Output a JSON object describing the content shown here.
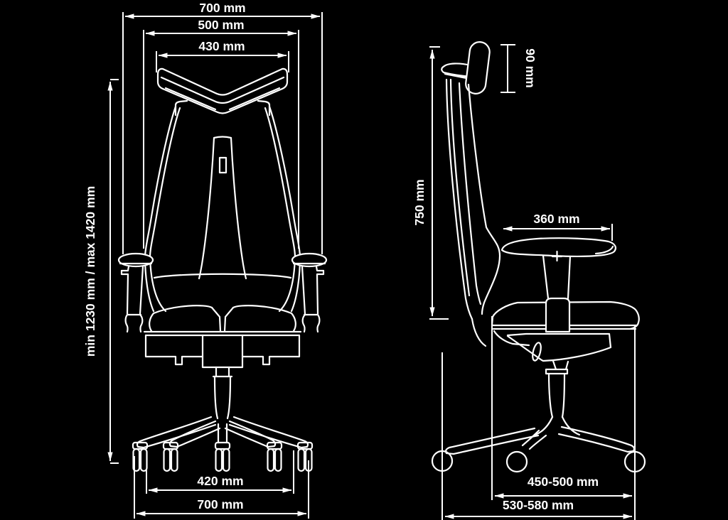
{
  "diagram": {
    "type": "technical-drawing",
    "subject": "ergonomic office chair dimension diagram",
    "colors": {
      "background": "#000000",
      "line": "#ffffff"
    },
    "views": {
      "front": {
        "dims": {
          "overall_width_top": "700 mm",
          "backrest_width": "500 mm",
          "headrest_width": "430 mm",
          "height_range": "min 1230 mm / max 1420 mm",
          "base_inner_width": "420 mm",
          "base_overall_width": "700 mm"
        }
      },
      "side": {
        "dims": {
          "headrest_height": "90 mm",
          "backrest_height": "750 mm",
          "armrest_depth": "360 mm",
          "seat_depth": "450-500 mm",
          "base_depth": "530-580 mm"
        }
      }
    }
  }
}
